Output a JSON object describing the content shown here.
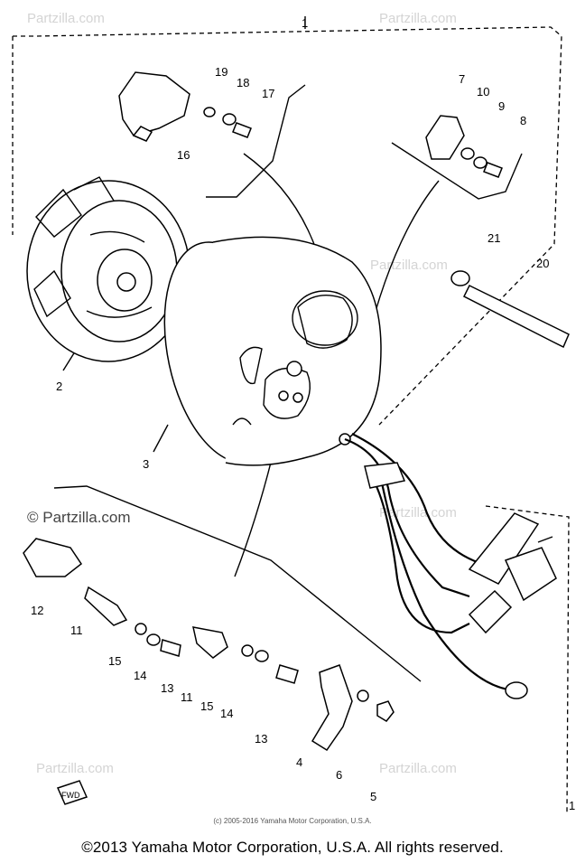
{
  "watermark": {
    "brand": "Partzilla.com",
    "prominent": "© Partzilla.com"
  },
  "callouts": [
    "1",
    "2",
    "3",
    "4",
    "5",
    "6",
    "7",
    "8",
    "9",
    "10",
    "11",
    "11",
    "12",
    "13",
    "13",
    "14",
    "14",
    "15",
    "15",
    "16",
    "17",
    "18",
    "19",
    "20",
    "21"
  ],
  "labels": {
    "l1": "1",
    "l2": "2",
    "l3": "3",
    "l4": "4",
    "l5": "5",
    "l6": "6",
    "l7": "7",
    "l8": "8",
    "l9": "9",
    "l10": "10",
    "l11a": "11",
    "l11b": "11",
    "l12": "12",
    "l13a": "13",
    "l13b": "13",
    "l14a": "14",
    "l14b": "14",
    "l15a": "15",
    "l15b": "15",
    "l16": "16",
    "l17": "17",
    "l18": "18",
    "l19": "19",
    "l20": "20",
    "l21": "21",
    "lbr": "1"
  },
  "fwd_marker": "FWD",
  "small_copyright": "(c) 2005-2016 Yamaha Motor Corporation, U.S.A.",
  "copyright": "©2013 Yamaha Motor Corporation, U.S.A. All rights reserved."
}
